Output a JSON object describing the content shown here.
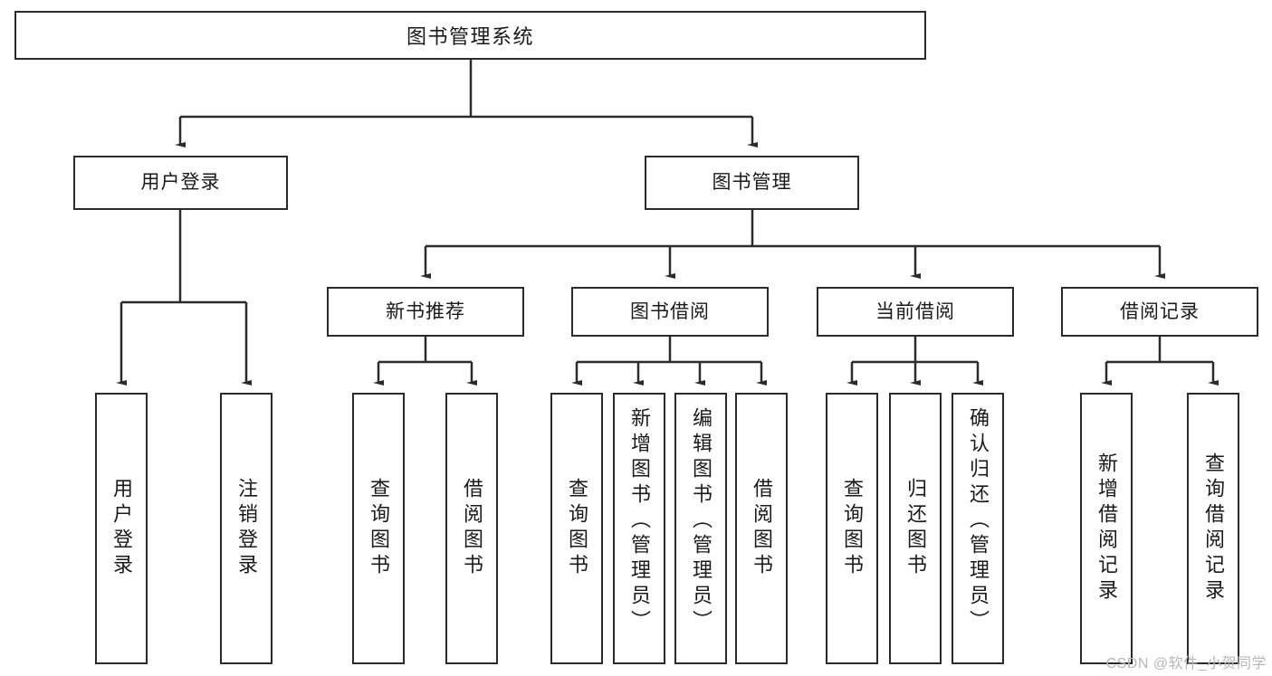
{
  "diagram": {
    "type": "tree",
    "title": "图书管理系统",
    "orientation": "top-down",
    "colors": {
      "stroke": "#2b2b2b",
      "fill": "#ffffff",
      "text": "#1a1a1a",
      "watermark": "#b7b7b7"
    },
    "root": {
      "label": "图书管理系统"
    },
    "level2": [
      {
        "id": "user-login",
        "label": "用户登录"
      },
      {
        "id": "book-manage",
        "label": "图书管理"
      }
    ],
    "level3": [
      {
        "id": "new-book-rec",
        "label": "新书推荐",
        "parent": "book-manage"
      },
      {
        "id": "book-borrow",
        "label": "图书借阅",
        "parent": "book-manage"
      },
      {
        "id": "current-borrow",
        "label": "当前借阅",
        "parent": "book-manage"
      },
      {
        "id": "borrow-record",
        "label": "借阅记录",
        "parent": "book-manage"
      }
    ],
    "leaves": [
      {
        "id": "leaf-user-login",
        "label": "用户登录",
        "parent": "user-login",
        "offset": "center"
      },
      {
        "id": "leaf-user-logout",
        "label": "注销登录",
        "parent": "user-login",
        "offset": "center"
      },
      {
        "id": "leaf-query-book-1",
        "label": "查询图书",
        "parent": "new-book-rec",
        "offset": "center"
      },
      {
        "id": "leaf-borrow-book-1",
        "label": "借阅图书",
        "parent": "new-book-rec",
        "offset": "center"
      },
      {
        "id": "leaf-query-book-2",
        "label": "查询图书",
        "parent": "book-borrow",
        "offset": "center"
      },
      {
        "id": "leaf-add-book",
        "label": "新增图书（管理员）",
        "parent": "book-borrow",
        "offset": "top"
      },
      {
        "id": "leaf-edit-book",
        "label": "编辑图书（管理员）",
        "parent": "book-borrow",
        "offset": "top"
      },
      {
        "id": "leaf-borrow-book-2",
        "label": "借阅图书",
        "parent": "book-borrow",
        "offset": "center"
      },
      {
        "id": "leaf-query-book-3",
        "label": "查询图书",
        "parent": "current-borrow",
        "offset": "center"
      },
      {
        "id": "leaf-return-book",
        "label": "归还图书",
        "parent": "current-borrow",
        "offset": "center"
      },
      {
        "id": "leaf-confirm-return",
        "label": "确认归还（管理员）",
        "parent": "current-borrow",
        "offset": "top"
      },
      {
        "id": "leaf-add-record",
        "label": "新增借阅记录",
        "parent": "borrow-record",
        "offset": "center"
      },
      {
        "id": "leaf-query-record",
        "label": "查询借阅记录",
        "parent": "borrow-record",
        "offset": "center"
      }
    ]
  },
  "watermark": {
    "text": "CSDN @软件_小贺同学"
  }
}
